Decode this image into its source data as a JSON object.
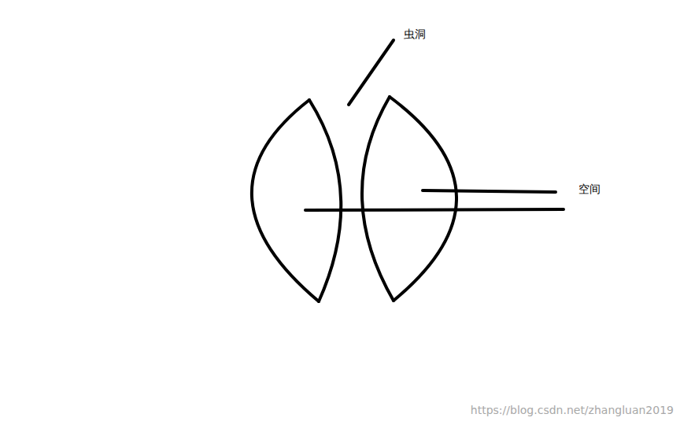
{
  "diagram": {
    "labels": [
      "虫洞",
      "空间",
      "https://blog.csdn.net/zhangluan2019"
    ]
  }
}
